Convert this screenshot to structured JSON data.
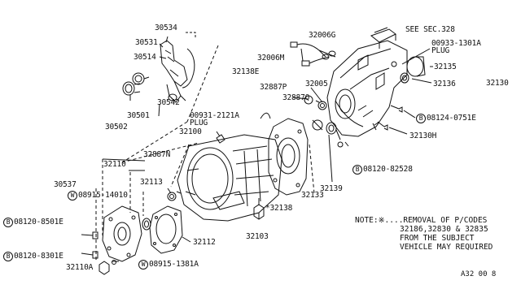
{
  "parts": {
    "p30534": "30534",
    "p30531": "30531",
    "p30514": "30514",
    "p30501": "30501",
    "p30542": "30542",
    "p30502": "30502",
    "p32006G": "32006G",
    "p32006M": "32006M",
    "p32005": "32005",
    "see_sec": "SEE SEC.328",
    "p00933_a": "00933-1301A",
    "p00933_b": "PLUG",
    "p32135": "32135",
    "p32136": "32136",
    "p32130": "32130",
    "p32138E": "32138E",
    "p32887P": "32887P",
    "p32887Q": "32887Q",
    "p08124_circ": "B",
    "p08124": "08124-0751E",
    "p32130H": "32130H",
    "p00931_a": "00931-2121A",
    "p00931_b": "PLUG",
    "p32100": "32100",
    "p32887N": "32887N",
    "p08120_82528_circ": "B",
    "p08120_82528": "08120-82528",
    "p32139": "32139",
    "p32133": "32133",
    "p32138": "*32138",
    "p32110": "32110",
    "p30537": "30537",
    "p32113": "32113",
    "p08915_14010_circ": "W",
    "p08915_14010": "08915-14010",
    "p08120_8501E_circ": "B",
    "p08120_8501E": "08120-8501E",
    "p32112": "32112",
    "p32103": "32103",
    "p08120_8301E_circ": "B",
    "p08120_8301E": "08120-8301E",
    "p32110A": "32110A",
    "p08915_1381A_circ": "W",
    "p08915_1381A": "08915-1381A"
  },
  "note": {
    "line1": "NOTE:※....REMOVAL OF P/CODES",
    "line2": "32186,32830 & 32835",
    "line3": "FROM THE SUBJECT",
    "line4": "VEHICLE MAY REQUIRED"
  },
  "page_code": "A32    00 8"
}
